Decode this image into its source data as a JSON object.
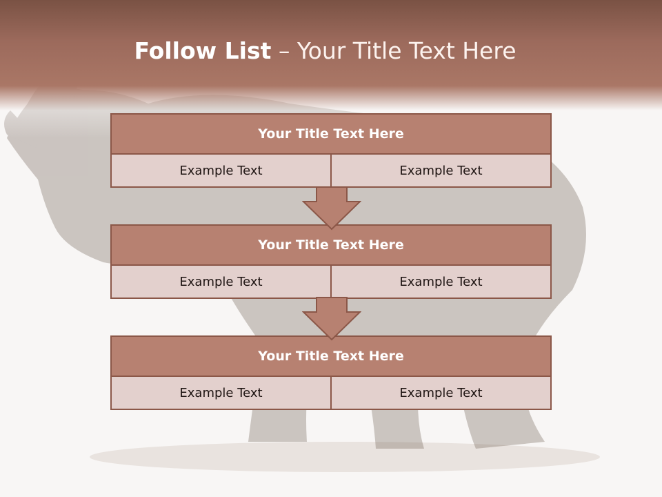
{
  "slide": {
    "title_bold": "Follow List",
    "title_rest": "– Your Title Text Here"
  },
  "blocks": [
    {
      "title": "Your Title Text Here",
      "left": "Example Text",
      "right": "Example Text"
    },
    {
      "title": "Your Title Text Here",
      "left": "Example Text",
      "right": "Example Text"
    },
    {
      "title": "Your Title Text Here",
      "left": "Example Text",
      "right": "Example Text"
    }
  ],
  "colors": {
    "header": "#a06e60",
    "block_title": "#b78171",
    "block_cell": "#e3d0cd",
    "border": "#8b5748",
    "background": "#f8f6f5"
  },
  "icons": {
    "connector": "down-arrow-icon",
    "background_art": "rhino-illustration"
  }
}
